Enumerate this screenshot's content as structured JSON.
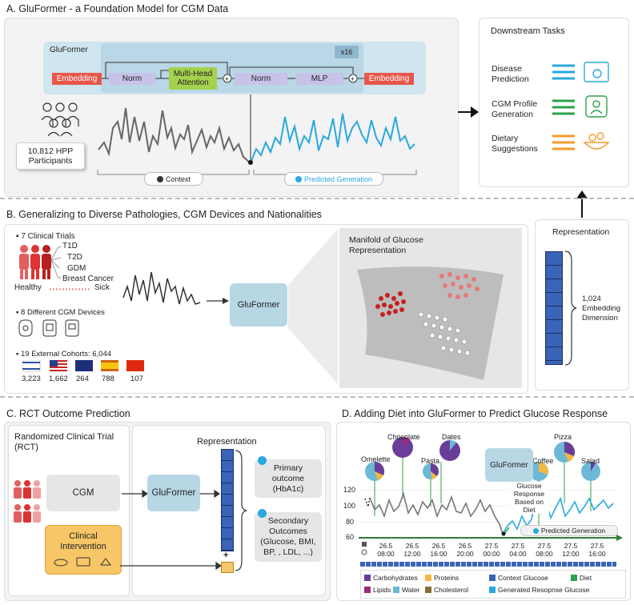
{
  "panelA": {
    "title": "A. GluFormer - a Foundation Model for CGM Data",
    "model_label": "GluFormer",
    "repeat": "x16",
    "blocks": [
      "Embedding",
      "Norm",
      "Multi-Head Attention",
      "Norm",
      "MLP",
      "Embedding"
    ],
    "participants": "10,812 HPP Participants",
    "context_label": "Context",
    "predicted_label": "Predicted Generation"
  },
  "downstream": {
    "title": "Downstream Tasks",
    "items": [
      "Disease Prediction",
      "CGM Profile Generation",
      "Dietary Suggestions"
    ],
    "colors": [
      "#29a8e0",
      "#2ca24a",
      "#f39c2a"
    ]
  },
  "panelB": {
    "title": "B. Generalizing to Diverse Pathologies, CGM Devices and Nationalities",
    "trials_label": "7 Clinical Trials",
    "trials": [
      "T1D",
      "T2D",
      "GDM",
      "Breast Cancer"
    ],
    "healthy": "Healthy",
    "sick": "Sick",
    "devices_label": "8 Different CGM Devices",
    "cohorts_label": "19 External Cohorts: 6,044",
    "cohort_counts": [
      "3,223",
      "1,662",
      "264",
      "788",
      "107"
    ],
    "model_label": "GluFormer",
    "manifold_label": "Manifold of Glucose Representation"
  },
  "representation": {
    "title": "Representation",
    "dim_label": "1,024 Embedding Dimension"
  },
  "panelC": {
    "title": "C. RCT Outcome Prediction",
    "rct_label": "Randomized Clinical Trial (RCT)",
    "cgm": "CGM",
    "intervention": "Clinical Intervention",
    "model_label": "GluFormer",
    "representation": "Representation",
    "plus": "+",
    "primary": "Primary outcome (HbA1c)",
    "secondary": "Secondary Outcomes (Glucose, BMI, BP, , LDL, ...)"
  },
  "panelD": {
    "title": "D. Adding Diet into GluFormer to Predict Glucose Response",
    "foods": [
      "Omelette",
      "Chocolate",
      "Pasta",
      "Dates",
      "Coffee",
      "Pizza",
      "Salad"
    ],
    "model_label": "GluFormer",
    "response_label": "Glucose Response Based on Diet",
    "predicted_label": "Predicted Generation",
    "y_ticks": [
      "120",
      "100",
      "80",
      "60"
    ],
    "x_ticks": [
      "26.5 08:00",
      "26.5 12:00",
      "26.5 16:00",
      "26.5 20:00",
      "27.5 00:00",
      "27.5 04:00",
      "27.5 08:00",
      "27.5 12:00",
      "27.5 16:00"
    ],
    "legend": [
      "Carbohydrates",
      "Proteins",
      "Context Glucose",
      "Diet",
      "Lipids",
      "Water",
      "Cholesterol",
      "Generated Resopnse Glucose"
    ],
    "legend_colors": [
      "#6a3d9a",
      "#f5b83d",
      "#3a64b7",
      "#2ca24a",
      "#9a2a7a",
      "#6cb8d6",
      "#8a6a3a",
      "#29a8e0"
    ]
  }
}
